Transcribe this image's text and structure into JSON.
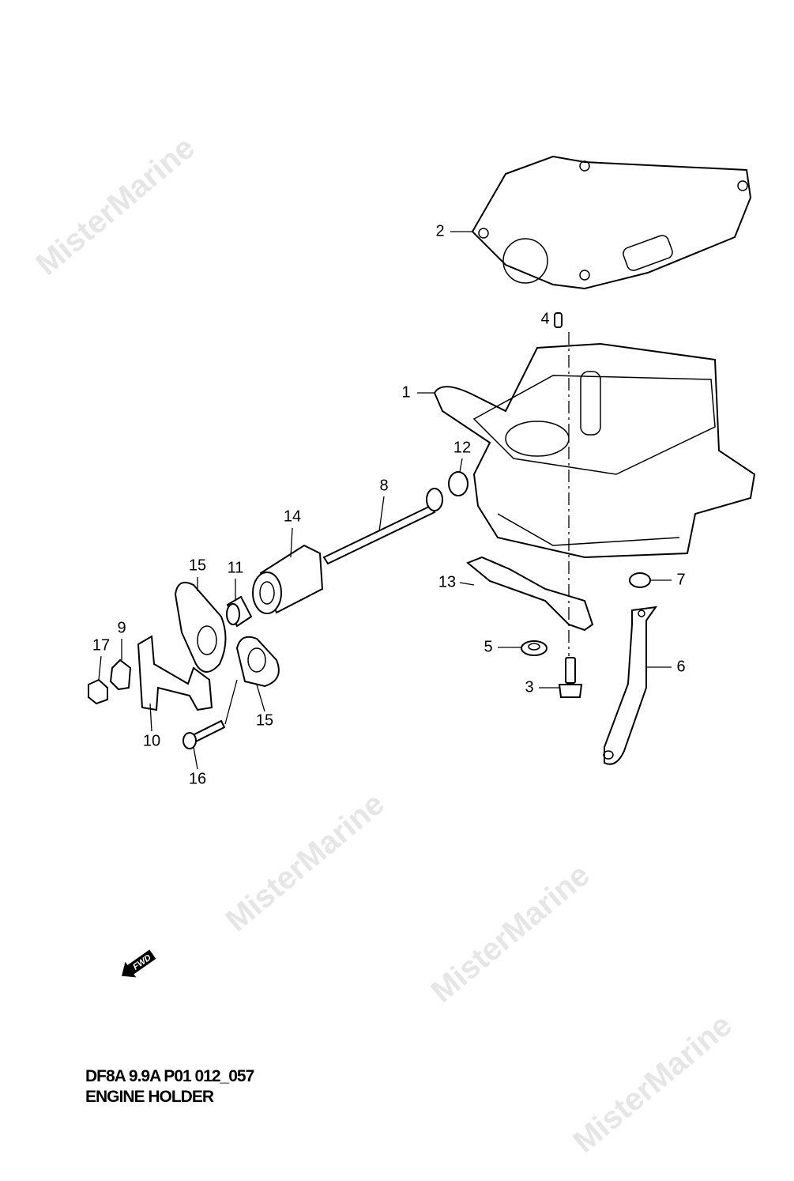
{
  "watermark": "MisterMarine",
  "fwd_arrow_label": "FWD",
  "callouts": {
    "p1": "1",
    "p2": "2",
    "p3": "3",
    "p4": "4",
    "p5": "5",
    "p6": "6",
    "p7": "7",
    "p8": "8",
    "p9": "9",
    "p10": "10",
    "p11": "11",
    "p12": "12",
    "p13": "13",
    "p14": "14",
    "p15a": "15",
    "p15b": "15",
    "p16": "16",
    "p17": "17"
  },
  "caption": {
    "code": "DF8A 9.9A P01 012_057",
    "title": "ENGINE HOLDER"
  }
}
